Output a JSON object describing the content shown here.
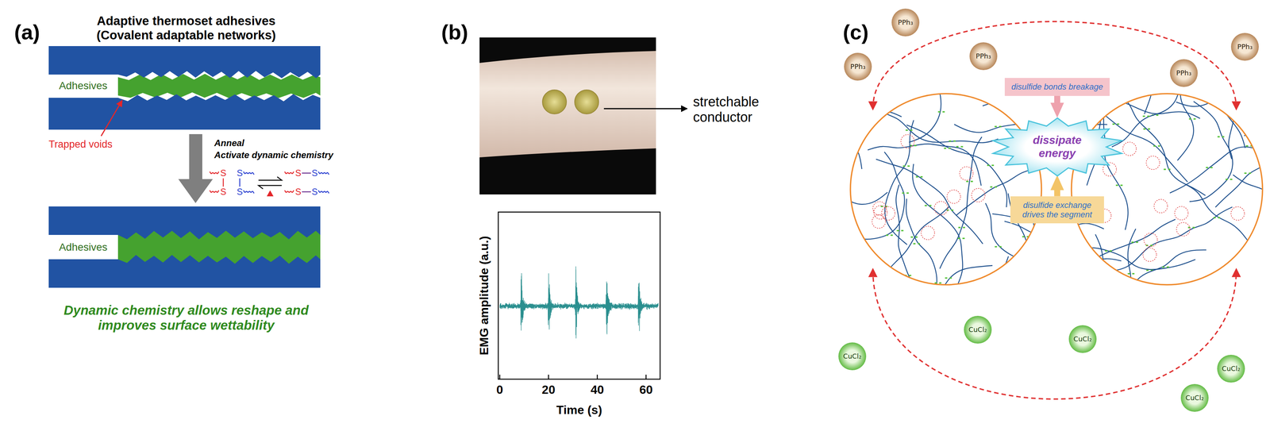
{
  "diagram": {
    "nodes": [
      {
        "text": [
          "PPh₃"
        ]
      },
      {
        "text": [
          "PPh₃"
        ]
      },
      {
        "text": [
          "PPh₃"
        ]
      },
      {
        "text": [
          "PPh₃"
        ]
      },
      {
        "text": [
          "PPh₃"
        ]
      },
      {
        "text": [
          "disulfide bonds breakage"
        ]
      },
      {
        "text": [
          "dissipate energy"
        ]
      },
      {
        "text": [
          "disulfide exchange drives the segment"
        ]
      },
      {
        "text": [
          "CuCl₂"
        ]
      },
      {
        "text": [
          "CuCl₂"
        ]
      },
      {
        "text": [
          "CuCl₂"
        ]
      },
      {
        "text": [
          "CuCl₂"
        ]
      },
      {
        "text": [
          "CuCl₂"
        ]
      }
    ],
    "edges": [
      {
        "from": 5,
        "to": 6,
        "arrow": "to"
      },
      {
        "from": 7,
        "to": 6,
        "arrow": "to"
      }
    ],
    "labels": [
      "(a)",
      "Adaptive thermoset adhesives",
      "(Covalent adaptable networks)",
      "Adhesives",
      "Trapped voids",
      "Anneal",
      "Activate dynamic chemistry",
      "S",
      "S",
      "S",
      "S",
      "S",
      "S",
      "S",
      "S",
      "Adhesives",
      "Dynamic chemistry allows reshape and improves surface wettability",
      "(b)",
      "stretchable conductor",
      "EMG amplitude (a.u.)",
      "0",
      "20",
      "40",
      "60",
      "Time (s)",
      "(c)"
    ]
  }
}
